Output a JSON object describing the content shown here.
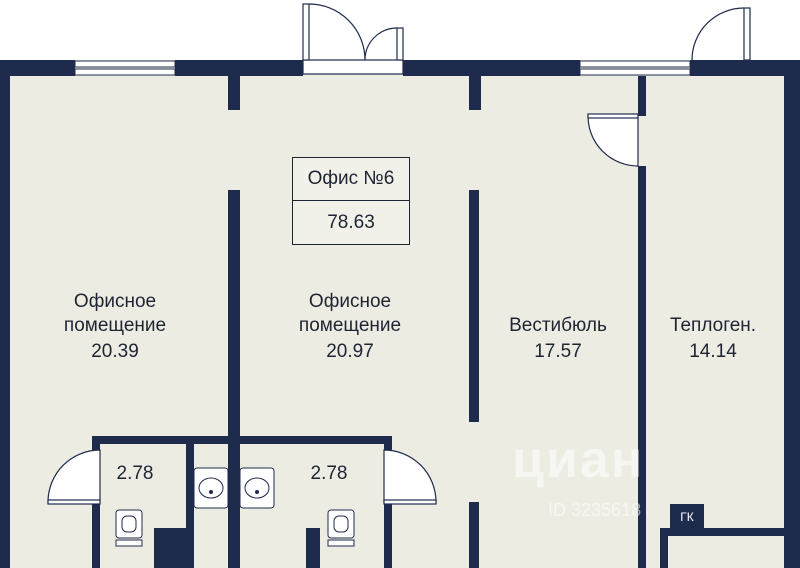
{
  "office": {
    "title": "Офис №6",
    "area": "78.63"
  },
  "rooms": [
    {
      "line1": "Офисное",
      "line2": "помещение",
      "area": "20.39"
    },
    {
      "line1": "Офисное",
      "line2": "помещение",
      "area": "20.97"
    },
    {
      "line1": "Вестибюль",
      "line2": "",
      "area": "17.57"
    },
    {
      "line1": "Теплоген.",
      "line2": "",
      "area": "14.14"
    }
  ],
  "bathrooms": [
    {
      "area": "2.78"
    },
    {
      "area": "2.78"
    }
  ],
  "gk_label": "ГК",
  "watermark": {
    "brand": "циан",
    "id": "ID 3235618"
  },
  "colors": {
    "wall": "#1f2b4d",
    "floor": "#ecece3",
    "text": "#1f2433"
  }
}
